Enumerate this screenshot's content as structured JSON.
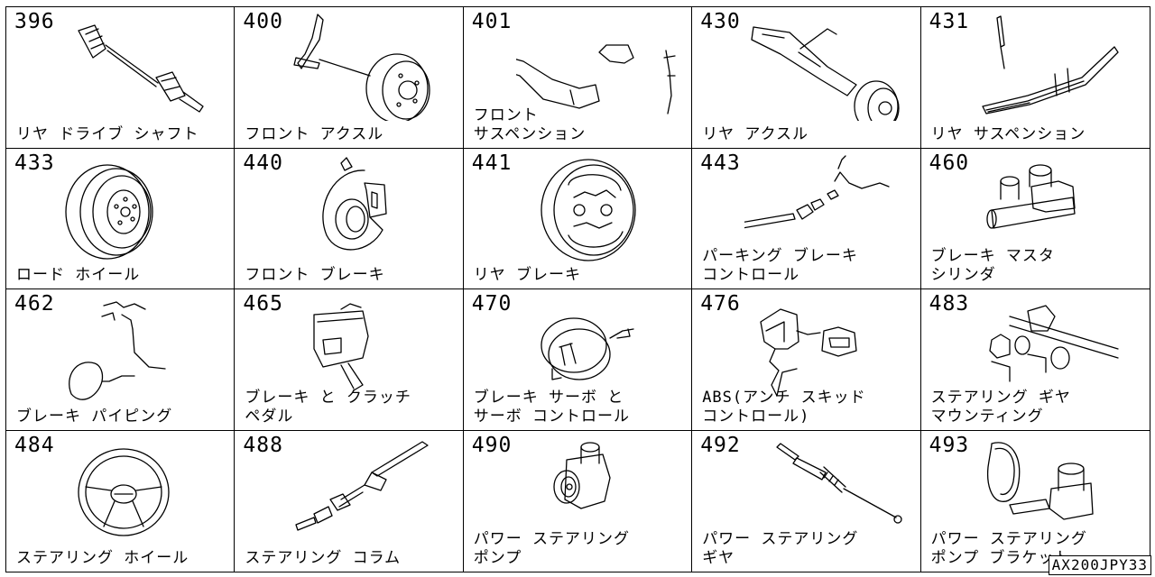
{
  "cells": [
    {
      "num": "396",
      "label": "リヤ ドライブ シャフト",
      "icon": "drive-shaft-icon"
    },
    {
      "num": "400",
      "label": "フロント アクスル",
      "icon": "front-axle-icon"
    },
    {
      "num": "401",
      "label": "フロント\nサスペンション",
      "icon": "front-suspension-icon"
    },
    {
      "num": "430",
      "label": "リヤ アクスル",
      "icon": "rear-axle-icon"
    },
    {
      "num": "431",
      "label": "リヤ サスペンション",
      "icon": "rear-suspension-icon"
    },
    {
      "num": "433",
      "label": "ロード ホイール",
      "icon": "road-wheel-icon"
    },
    {
      "num": "440",
      "label": "フロント ブレーキ",
      "icon": "front-brake-icon"
    },
    {
      "num": "441",
      "label": "リヤ ブレーキ",
      "icon": "rear-brake-icon"
    },
    {
      "num": "443",
      "label": "パーキング ブレーキ\nコントロール",
      "icon": "parking-brake-icon"
    },
    {
      "num": "460",
      "label": "ブレーキ マスタ\nシリンダ",
      "icon": "master-cylinder-icon"
    },
    {
      "num": "462",
      "label": "ブレーキ パイピング",
      "icon": "brake-piping-icon"
    },
    {
      "num": "465",
      "label": "ブレーキ と クラッチ\nペダル",
      "icon": "pedal-icon"
    },
    {
      "num": "470",
      "label": "ブレーキ サーボ と\nサーボ コントロール",
      "icon": "brake-servo-icon"
    },
    {
      "num": "476",
      "label": "ABS(アンチ スキッド\nコントロール)",
      "icon": "abs-unit-icon"
    },
    {
      "num": "483",
      "label": "ステアリング ギヤ\nマウンティング",
      "icon": "gear-mounting-icon"
    },
    {
      "num": "484",
      "label": "ステアリング ホイール",
      "icon": "steering-wheel-icon"
    },
    {
      "num": "488",
      "label": "ステアリング コラム",
      "icon": "steering-column-icon"
    },
    {
      "num": "490",
      "label": "パワー ステアリング\nポンプ",
      "icon": "power-steering-pump-icon"
    },
    {
      "num": "492",
      "label": "パワー ステアリング\nギヤ",
      "icon": "steering-gear-icon"
    },
    {
      "num": "493",
      "label": "パワー ステアリング\nポンプ ブラケット",
      "icon": "pump-bracket-icon"
    }
  ],
  "footer": {
    "code": "AX200JPY33"
  }
}
